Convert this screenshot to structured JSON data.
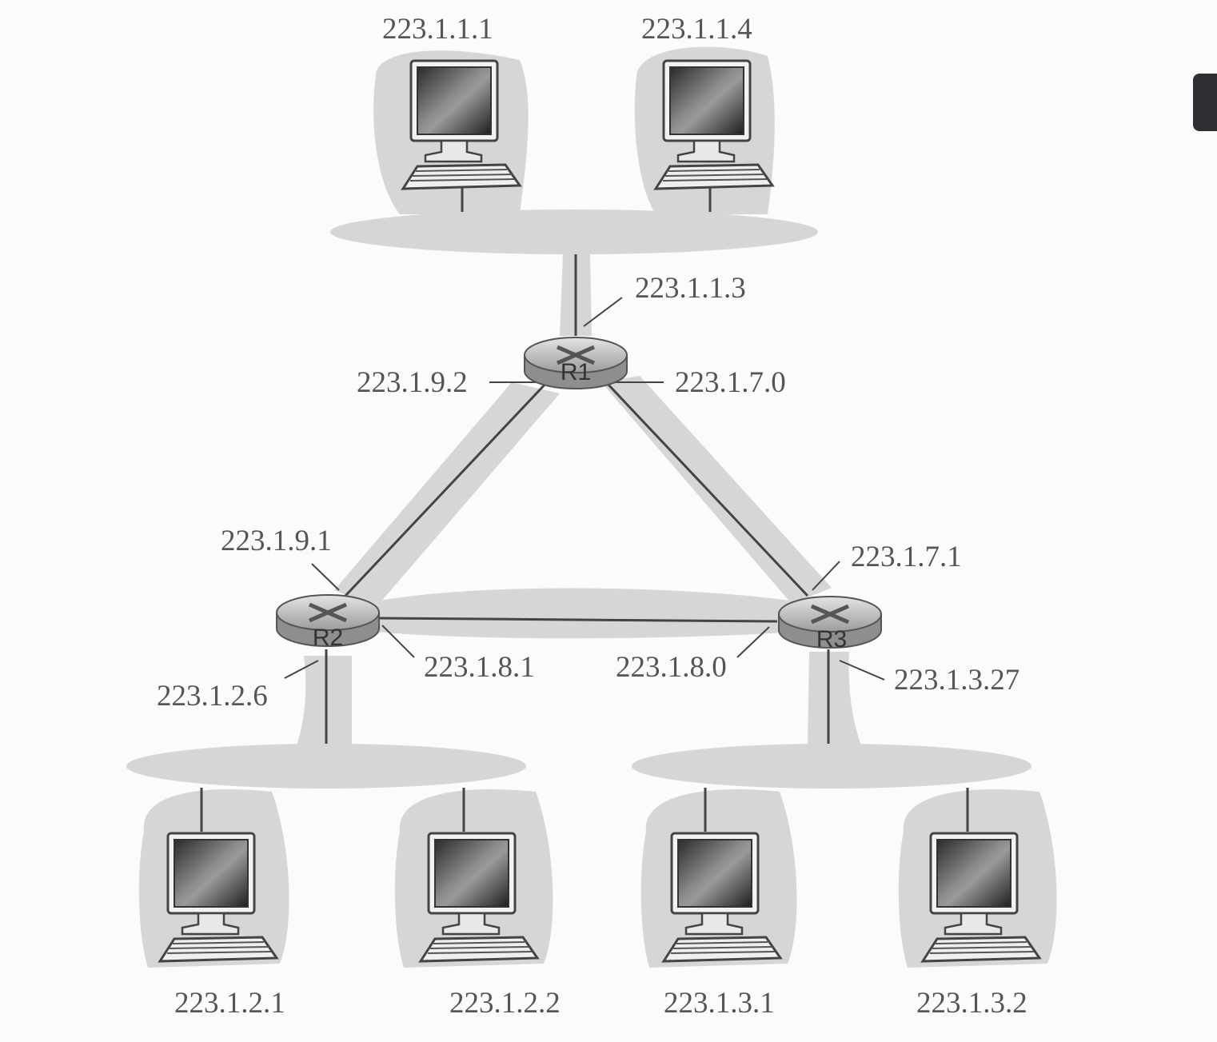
{
  "hosts": [
    {
      "id": "h1",
      "address": "223.1.1.1"
    },
    {
      "id": "h2",
      "address": "223.1.1.4"
    },
    {
      "id": "h3",
      "address": "223.1.2.1"
    },
    {
      "id": "h4",
      "address": "223.1.2.2"
    },
    {
      "id": "h5",
      "address": "223.1.3.1"
    },
    {
      "id": "h6",
      "address": "223.1.3.2"
    }
  ],
  "routers": [
    {
      "id": "R1",
      "label": "R1"
    },
    {
      "id": "R2",
      "label": "R2"
    },
    {
      "id": "R3",
      "label": "R3"
    }
  ],
  "interfaces": [
    {
      "id": "r1-top",
      "address": "223.1.1.3"
    },
    {
      "id": "r1-left",
      "address": "223.1.9.2"
    },
    {
      "id": "r1-right",
      "address": "223.1.7.0"
    },
    {
      "id": "r2-top",
      "address": "223.1.9.1"
    },
    {
      "id": "r2-right",
      "address": "223.1.8.1"
    },
    {
      "id": "r2-bottom",
      "address": "223.1.2.6"
    },
    {
      "id": "r3-top",
      "address": "223.1.7.1"
    },
    {
      "id": "r3-left",
      "address": "223.1.8.0"
    },
    {
      "id": "r3-bottom",
      "address": "223.1.3.27"
    }
  ]
}
